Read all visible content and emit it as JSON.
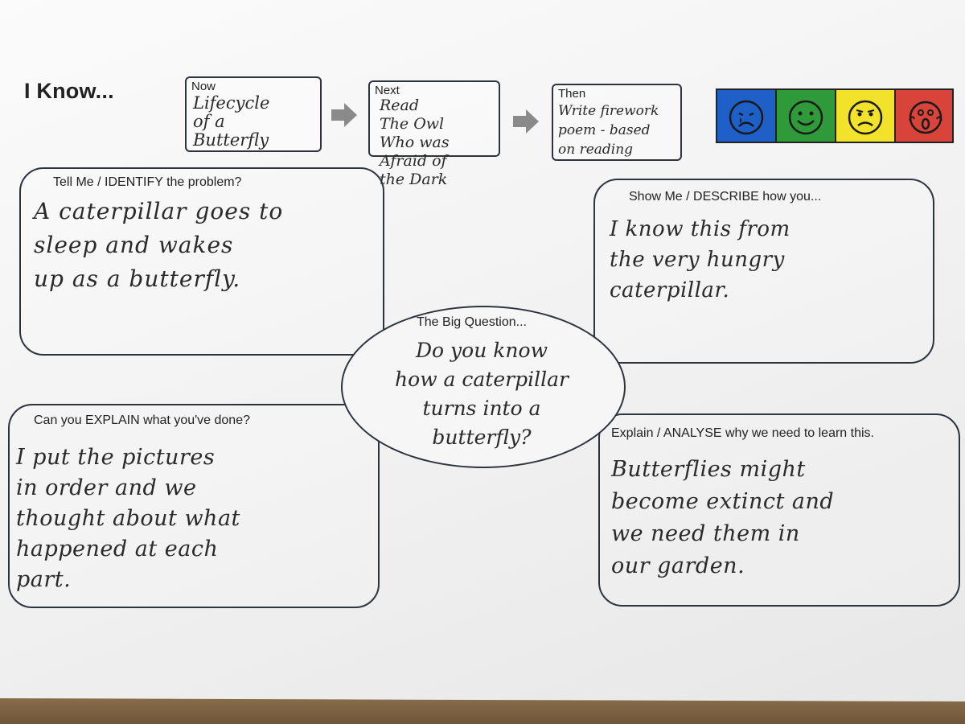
{
  "header": {
    "title": "I Know...",
    "steps": [
      {
        "label": "Now",
        "text": "Lifecycle\nof a\nButterfly"
      },
      {
        "label": "Next",
        "text": "Read\nThe Owl\nWho was\nAfraid of\nthe Dark"
      },
      {
        "label": "Then",
        "text": "Write firework\npoem - based\non reading"
      }
    ],
    "faces": [
      {
        "icon": "sad-face-icon",
        "color": "#1e5fc8"
      },
      {
        "icon": "happy-face-icon",
        "color": "#2e9a3a"
      },
      {
        "icon": "frown-face-icon",
        "color": "#f3e22a"
      },
      {
        "icon": "scared-face-icon",
        "color": "#d9443a"
      }
    ]
  },
  "boxes": {
    "identify": {
      "label": "Tell Me / IDENTIFY the problem?",
      "answer": "A caterpillar goes to\nsleep and wakes\nup as a butterfly."
    },
    "describe": {
      "label": "Show Me / DESCRIBE how you...",
      "answer": "I know this from\nthe very hungry\ncaterpillar."
    },
    "explain": {
      "label": "Can you EXPLAIN what you've done?",
      "answer": "I put the pictures\nin order and we\nthought about what\nhappened at each\npart."
    },
    "analyse": {
      "label": "Explain / ANALYSE why we need to learn this.",
      "answer": "Butterflies might\nbecome extinct and\nwe need them in\nour garden."
    }
  },
  "big_question": {
    "label": "The Big Question...",
    "answer": "Do you know\nhow a caterpillar\nturns into a\nbutterfly?"
  }
}
